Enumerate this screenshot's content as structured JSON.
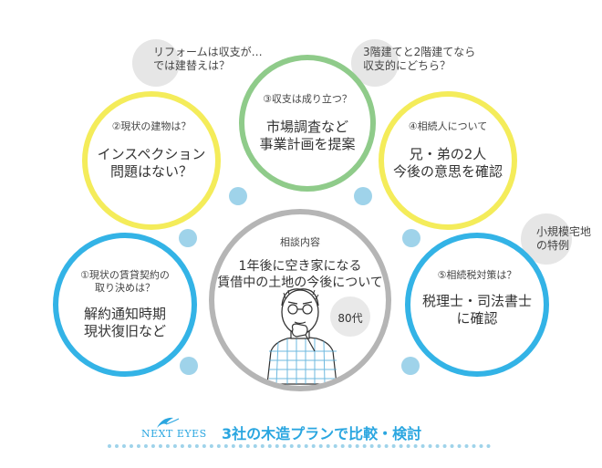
{
  "notes": {
    "reform": "リフォームは収支が…\nでは建替えは？",
    "floors": "3階建てと2階建てなら\n収支的にどちら？",
    "special": "小規模宅地\nの特例"
  },
  "circles": {
    "c1": {
      "label": "①現状の賃貸契約の\n取り決めは？",
      "text": "解約通知時期\n現状復旧など"
    },
    "c2": {
      "label": "②現状の建物は？",
      "text": "インスペクション\n問題はない？"
    },
    "c3": {
      "label": "③収支は成り立つ？",
      "text": "市場調査など\n事業計画を提案"
    },
    "c4": {
      "label": "④相続人について",
      "text": "兄・弟の2人\n今後の意思を確認"
    },
    "c5": {
      "label": "⑤相続税対策は？",
      "text": "税理士・司法書士\nに確認"
    }
  },
  "center": {
    "label": "相談内容",
    "text": "1年後に空き家になる\n賃借中の土地の今後について",
    "age": "80代"
  },
  "footer": {
    "logo": "NEXT EYES",
    "tagline": "3社の木造プランで比較・検討"
  },
  "colors": {
    "yellow": "#f4ec5a",
    "green": "#8fcb8a",
    "blue": "#33b3e6",
    "gray": "#b5b5b5",
    "dot": "#9fd3ea",
    "footer_text": "#2aa6e0"
  }
}
